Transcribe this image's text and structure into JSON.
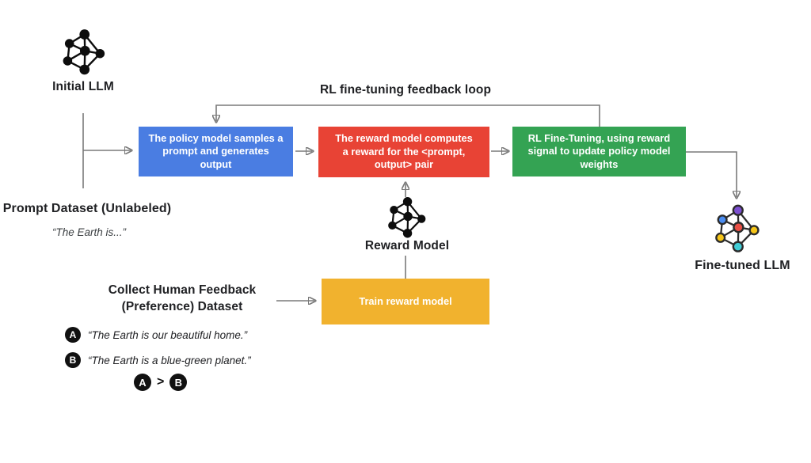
{
  "initial_llm": {
    "label": "Initial LLM"
  },
  "feedback_loop_label": "RL fine-tuning feedback loop",
  "boxes": {
    "policy": {
      "text": "The policy model samples a prompt and generates output",
      "color": "#4A7DE2"
    },
    "reward": {
      "text": "The reward model computes a reward for the <prompt, output> pair",
      "color": "#E84335"
    },
    "rl_finetune": {
      "text": "RL Fine-Tuning, using reward signal to update policy model weights",
      "color": "#34A353"
    },
    "train_reward": {
      "text": "Train reward model",
      "color": "#F1B22E"
    }
  },
  "prompt_dataset": {
    "title": "Prompt Dataset (Unlabeled)",
    "example": "“The Earth is...”"
  },
  "reward_model": {
    "label": "Reward Model"
  },
  "fine_tuned_llm": {
    "label": "Fine-tuned LLM"
  },
  "human_feedback": {
    "title": "Collect Human Feedback (Preference) Dataset",
    "items": [
      {
        "badge": "A",
        "text": "“The Earth is our beautiful home.”"
      },
      {
        "badge": "B",
        "text": "“The Earth is a blue-green planet.”"
      }
    ],
    "comparison": {
      "left": "A",
      "op": ">",
      "right": "B"
    }
  }
}
